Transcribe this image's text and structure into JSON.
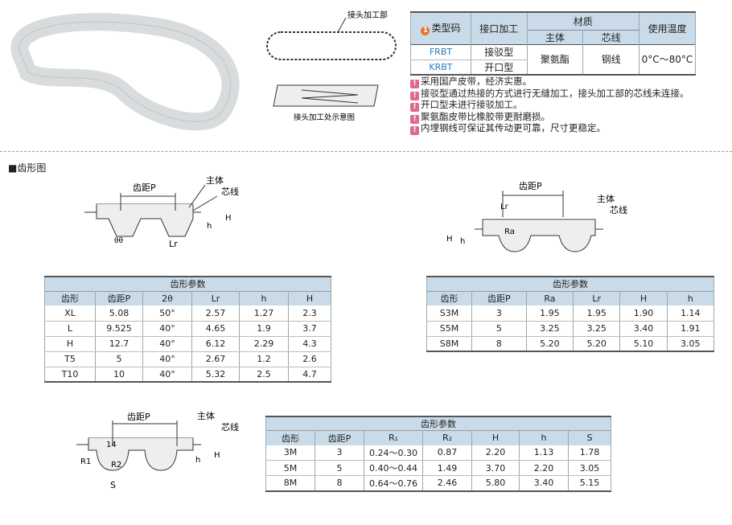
{
  "product_table": {
    "headers": {
      "type_code": "类型码",
      "joint": "接口加工",
      "material": "材质",
      "body": "主体",
      "core": "芯线",
      "temp": "使用温度"
    },
    "badge": "1",
    "rows": [
      {
        "code": "FRBT",
        "joint": "接驳型"
      },
      {
        "code": "KRBT",
        "joint": "开口型"
      }
    ],
    "body_material": "聚氨酯",
    "core_material": "钢线",
    "temperature": "0°C～80°C"
  },
  "notes": [
    "采用国产皮带，经济实惠。",
    "接驳型通过热接的方式进行无缝加工，接头加工部的芯线未连接。",
    "开口型未进行接驳加工。",
    "聚氨酯皮带比橡胶带更耐磨损。",
    "内埋钢线可保证其传动更可靠，尺寸更稳定。"
  ],
  "joint_diagram": {
    "label": "接头加工部",
    "caption": "接头加工处示意图"
  },
  "section_title": "■齿形图",
  "diagram_labels": {
    "pitch": "齿距P",
    "body": "主体",
    "core": "芯线",
    "Lr": "Lr",
    "h": "h",
    "H": "H",
    "theta": "θθ",
    "Ra": "Ra",
    "R1": "R1",
    "R2": "R2",
    "S": "S",
    "num14": "14"
  },
  "table_trapezoid": {
    "title": "齿形参数",
    "headers": [
      "齿形",
      "齿距P",
      "2θ",
      "Lr",
      "h",
      "H"
    ],
    "rows": [
      [
        "XL",
        "5.08",
        "50°",
        "2.57",
        "1.27",
        "2.3"
      ],
      [
        "L",
        "9.525",
        "40°",
        "4.65",
        "1.9",
        "3.7"
      ],
      [
        "H",
        "12.7",
        "40°",
        "6.12",
        "2.29",
        "4.3"
      ],
      [
        "T5",
        "5",
        "40°",
        "2.67",
        "1.2",
        "2.6"
      ],
      [
        "T10",
        "10",
        "40°",
        "5.32",
        "2.5",
        "4.7"
      ]
    ]
  },
  "table_s": {
    "title": "齿形参数",
    "headers": [
      "齿形",
      "齿距P",
      "Ra",
      "Lr",
      "H",
      "h"
    ],
    "rows": [
      [
        "S3M",
        "3",
        "1.95",
        "1.95",
        "1.90",
        "1.14"
      ],
      [
        "S5M",
        "5",
        "3.25",
        "3.25",
        "3.40",
        "1.91"
      ],
      [
        "S8M",
        "8",
        "5.20",
        "5.20",
        "5.10",
        "3.05"
      ]
    ]
  },
  "table_htd": {
    "title": "齿形参数",
    "headers": [
      "齿形",
      "齿距P",
      "R₁",
      "R₂",
      "H",
      "h",
      "S"
    ],
    "rows": [
      [
        "3M",
        "3",
        "0.24～0.30",
        "0.87",
        "2.20",
        "1.13",
        "1.78"
      ],
      [
        "5M",
        "5",
        "0.40～0.44",
        "1.49",
        "3.70",
        "2.20",
        "3.05"
      ],
      [
        "8M",
        "8",
        "0.64～0.76",
        "2.46",
        "5.80",
        "3.40",
        "5.15"
      ]
    ]
  }
}
